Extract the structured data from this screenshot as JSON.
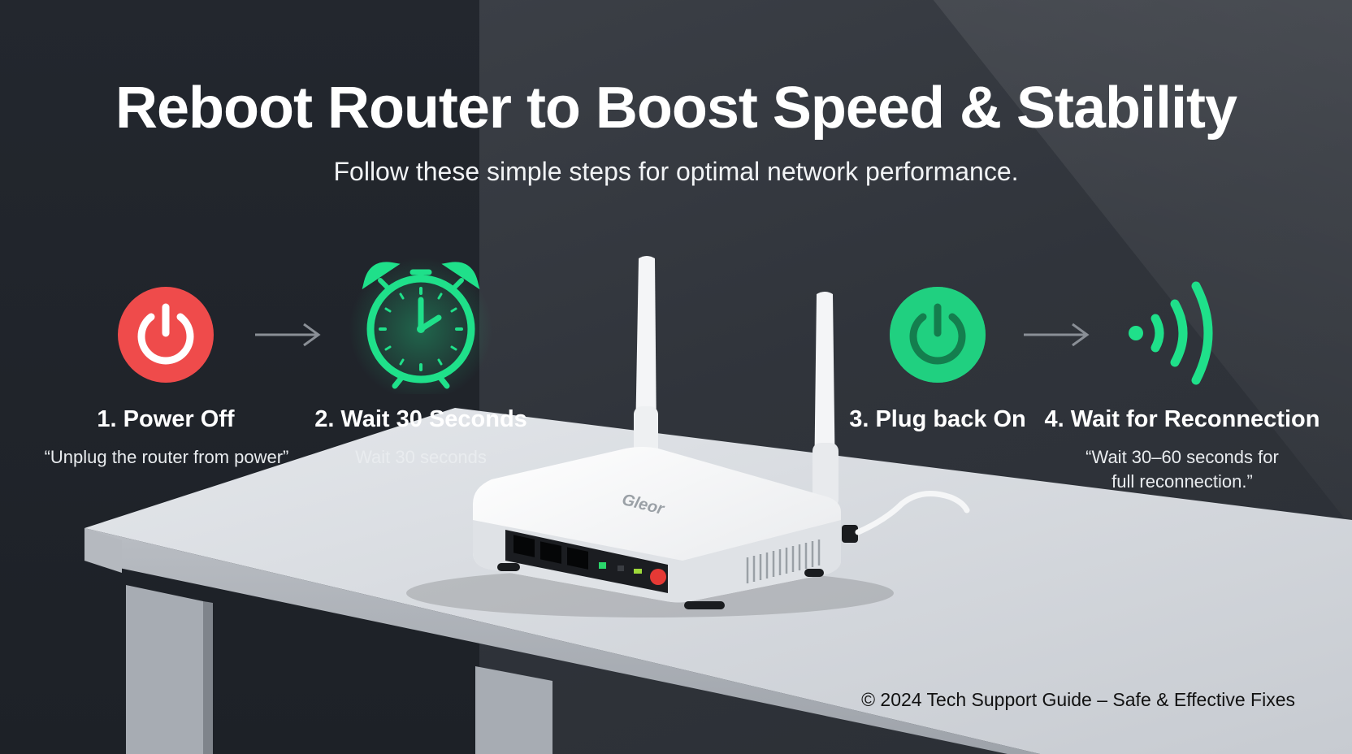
{
  "title": "Reboot Router to Boost Speed & Stability",
  "subtitle": "Follow these simple steps for optimal network performance.",
  "steps": [
    {
      "label": "1. Power Off",
      "description": "“Unplug the router from power”",
      "icon": "power-icon"
    },
    {
      "label": "2. Wait 30 Seconds",
      "description": "Wait 30 seconds",
      "icon": "alarm-clock-icon"
    },
    {
      "label": "3. Plug back On",
      "description": "",
      "icon": "power-icon"
    },
    {
      "label": "4. Wait for Reconnection",
      "description_line1": "“Wait 30–60 seconds for",
      "description_line2": "full reconnection.”",
      "icon": "wifi-signal-icon"
    }
  ],
  "router": {
    "brand": "Gleor"
  },
  "footer": "© 2024 Tech Support Guide – Safe & Effective Fixes",
  "colors": {
    "power_off": "#ef4b4b",
    "accent_green": "#1fe08a",
    "background": "#23272e",
    "table": "#d9dce1"
  }
}
